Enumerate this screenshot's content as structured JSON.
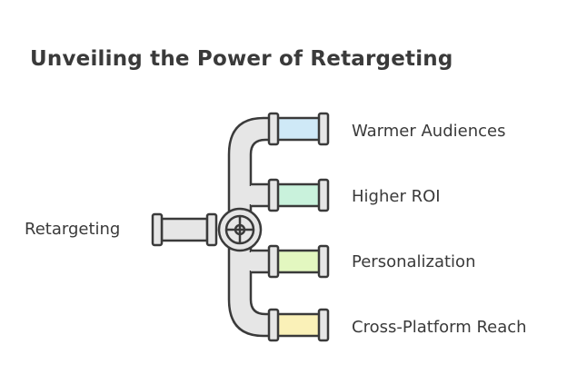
{
  "title": "Unveiling the Power of Retargeting",
  "source": "Retargeting",
  "outputs": [
    {
      "label": "Warmer Audiences",
      "color": "#cfe9f7"
    },
    {
      "label": "Higher ROI",
      "color": "#c9f2dc"
    },
    {
      "label": "Personalization",
      "color": "#e3f7c0"
    },
    {
      "label": "Cross-Platform Reach",
      "color": "#faf1b8"
    }
  ],
  "colors": {
    "pipe": "#e6e6e6",
    "outline": "#3a3a3a",
    "text": "#3a3a3a"
  }
}
